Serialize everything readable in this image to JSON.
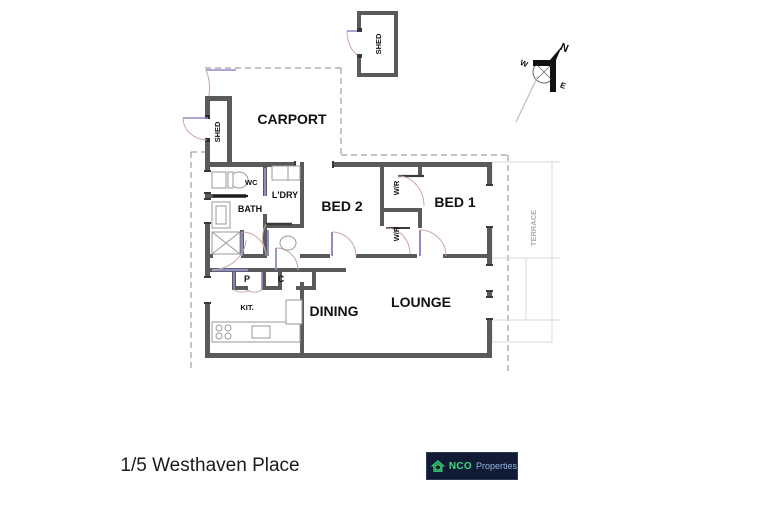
{
  "document": {
    "title": "1/5 Westhaven Place",
    "type": "floor-plan"
  },
  "rooms": [
    {
      "id": "shed-top",
      "label": "SHED",
      "orientation": "vertical"
    },
    {
      "id": "shed-left",
      "label": "SHED",
      "orientation": "vertical"
    },
    {
      "id": "carport",
      "label": "CARPORT",
      "orientation": "horizontal"
    },
    {
      "id": "wc",
      "label": "WC",
      "orientation": "horizontal"
    },
    {
      "id": "bath",
      "label": "BATH",
      "orientation": "horizontal"
    },
    {
      "id": "laundry",
      "label": "L'DRY",
      "orientation": "horizontal"
    },
    {
      "id": "bed2",
      "label": "BED 2",
      "orientation": "horizontal"
    },
    {
      "id": "bed1",
      "label": "BED 1",
      "orientation": "horizontal"
    },
    {
      "id": "wr-upper",
      "label": "W/R",
      "orientation": "vertical"
    },
    {
      "id": "wr-lower",
      "label": "W/R",
      "orientation": "vertical"
    },
    {
      "id": "pantry",
      "label": "P",
      "orientation": "horizontal"
    },
    {
      "id": "cupboard",
      "label": "C",
      "orientation": "horizontal"
    },
    {
      "id": "kitchen",
      "label": "KIT.",
      "orientation": "horizontal"
    },
    {
      "id": "dining",
      "label": "DINING",
      "orientation": "horizontal"
    },
    {
      "id": "lounge",
      "label": "LOUNGE",
      "orientation": "horizontal"
    },
    {
      "id": "terrace",
      "label": "TERRACE",
      "orientation": "vertical"
    }
  ],
  "compass": {
    "north": "N",
    "west": "W",
    "east": "E"
  },
  "logo": {
    "brand": "NCO",
    "suffix": "Properties",
    "icon": "house-icon"
  },
  "colors": {
    "wall": "#5a5a5a",
    "wall_fill": "#7d7d7d",
    "door_swing": "#c9a7a7",
    "door_leaf": "#8d8dc8",
    "fixture": "#9a9a9a",
    "terrace_outline": "#d8d8d8",
    "dashed_boundary": "#8a8a8a",
    "logo_bg": "#111b33",
    "logo_brand": "#3ddc84",
    "logo_suffix": "#8fb8e8",
    "title_text": "#1a1a1a"
  }
}
